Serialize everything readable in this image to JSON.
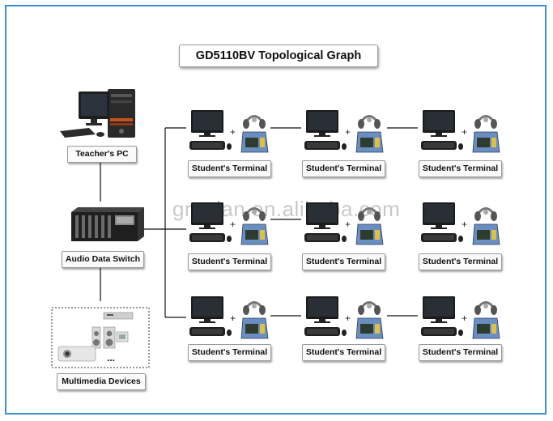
{
  "title": "GD5110BV Topological Graph",
  "watermark": "greelan.en.alibaba.com",
  "teacher_pc": {
    "label": "Teacher's PC"
  },
  "audio_switch": {
    "label": "Audio Data Switch"
  },
  "multimedia": {
    "label": "Multimedia Devices",
    "ellipsis": "..."
  },
  "terminal_label": "Student's Terminal",
  "plus_sign": "+",
  "colors": {
    "frame": "#3a8fd8",
    "line": "#111111",
    "monitor": "#1b1b1b",
    "screen": "#2a2f36",
    "pad": "#6a8ec0"
  }
}
